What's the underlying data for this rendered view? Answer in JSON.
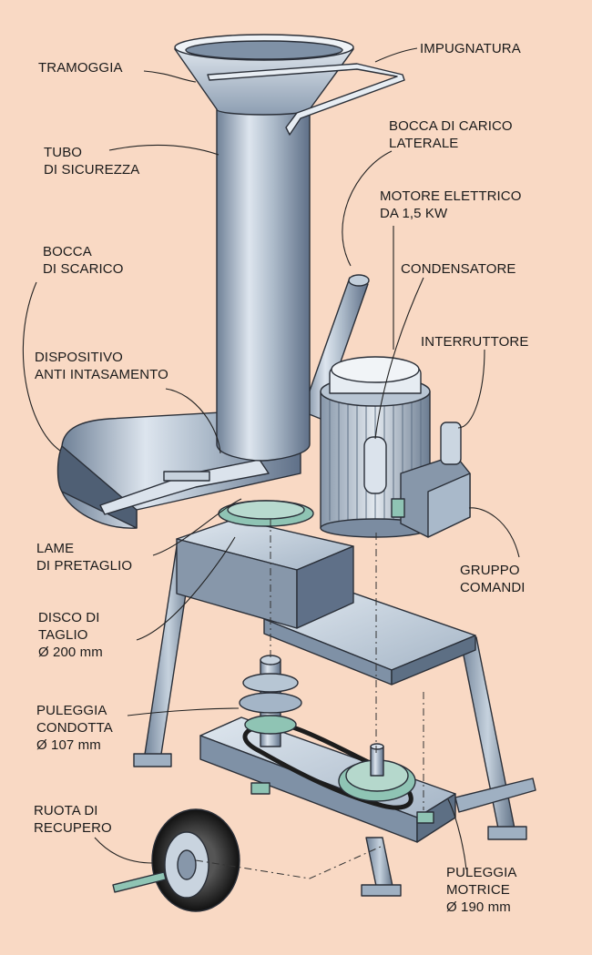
{
  "labels": {
    "tramoggia": [
      "TRAMOGGIA"
    ],
    "impugnatura": [
      "IMPUGNATURA"
    ],
    "tubo": [
      "TUBO",
      "DI SICUREZZA"
    ],
    "bocca_carico": [
      "BOCCA DI CARICO",
      "LATERALE"
    ],
    "motore": [
      "MOTORE ELETTRICO",
      "DA 1,5 KW"
    ],
    "bocca_scarico": [
      "BOCCA",
      "DI SCARICO"
    ],
    "condensatore": [
      "CONDENSATORE"
    ],
    "interruttore": [
      "INTERRUTTORE"
    ],
    "dispositivo": [
      "DISPOSITIVO",
      "ANTI INTASAMENTO"
    ],
    "lame": [
      "LAME",
      "DI PRETAGLIO"
    ],
    "gruppo": [
      "GRUPPO",
      "COMANDI"
    ],
    "disco": [
      "DISCO DI",
      "TAGLIO",
      "Ø 200 mm"
    ],
    "puleggia_condotta": [
      "PULEGGIA",
      "CONDOTTA",
      "Ø 107 mm"
    ],
    "ruota": [
      "RUOTA DI",
      "RECUPERO"
    ],
    "puleggia_motrice": [
      "PULEGGIA",
      "MOTRICE",
      "Ø 190 mm"
    ]
  },
  "colors": {
    "background": "#f9d9c4",
    "steel_light": "#dbe3ec",
    "steel_mid": "#9fb0c2",
    "steel_dark": "#5d6f84",
    "accent_green": "#8fc4b4",
    "tire": "#1c1c1c"
  }
}
